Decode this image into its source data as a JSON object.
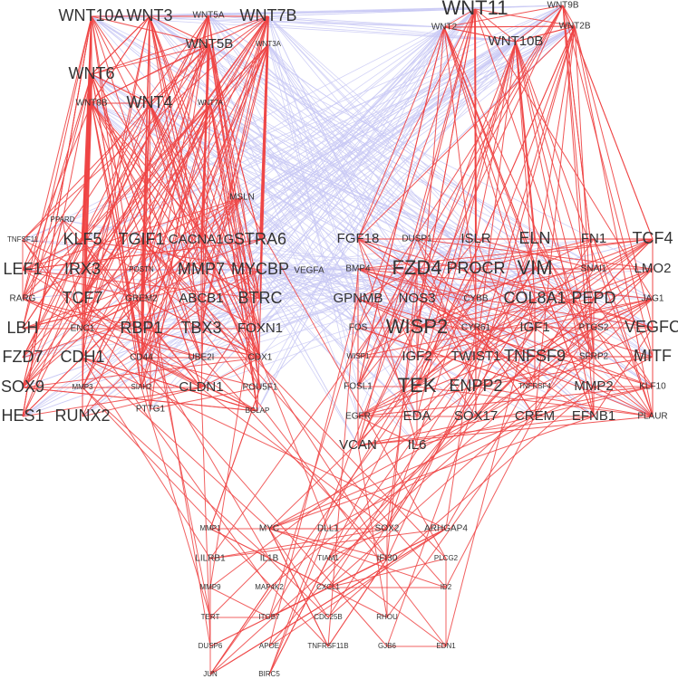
{
  "colors": {
    "red_edge": "#ee4444",
    "blue_edge": "#c9c9f4",
    "label": "#333333",
    "background": "#ffffff"
  },
  "nodes": [
    {
      "id": "WNT10A",
      "tier": "l"
    },
    {
      "id": "WNT3",
      "tier": "l"
    },
    {
      "id": "WNT5A",
      "tier": "s"
    },
    {
      "id": "WNT7B",
      "tier": "l"
    },
    {
      "id": "WNT11",
      "tier": "xl"
    },
    {
      "id": "WNT9B",
      "tier": "s"
    },
    {
      "id": "WNT2",
      "tier": "s"
    },
    {
      "id": "WNT2B",
      "tier": "s"
    },
    {
      "id": "WNT5B",
      "tier": "m"
    },
    {
      "id": "WNT3A",
      "tier": "xs"
    },
    {
      "id": "WNT10B",
      "tier": "m"
    },
    {
      "id": "WNT6",
      "tier": "l"
    },
    {
      "id": "WNT8B",
      "tier": "s"
    },
    {
      "id": "WNT4",
      "tier": "l"
    },
    {
      "id": "WNT7A",
      "tier": "xs"
    },
    {
      "id": "MSLN",
      "tier": "s"
    },
    {
      "id": "PPARD",
      "tier": "xs"
    },
    {
      "id": "TNFSF11",
      "tier": "xs"
    },
    {
      "id": "KLF5",
      "tier": "l"
    },
    {
      "id": "TGIF1",
      "tier": "l"
    },
    {
      "id": "CACNA1G",
      "tier": "m"
    },
    {
      "id": "STRA6",
      "tier": "l"
    },
    {
      "id": "FGF18",
      "tier": "m"
    },
    {
      "id": "DUSP1",
      "tier": "s"
    },
    {
      "id": "ISLR",
      "tier": "m"
    },
    {
      "id": "ELN",
      "tier": "l"
    },
    {
      "id": "FN1",
      "tier": "m"
    },
    {
      "id": "TCF4",
      "tier": "l"
    },
    {
      "id": "LEF1",
      "tier": "l"
    },
    {
      "id": "IRX3",
      "tier": "l"
    },
    {
      "id": "POSTN",
      "tier": "xs"
    },
    {
      "id": "MMP7",
      "tier": "l"
    },
    {
      "id": "MYCBP",
      "tier": "l"
    },
    {
      "id": "VEGFA",
      "tier": "s"
    },
    {
      "id": "BMP4",
      "tier": "s"
    },
    {
      "id": "FZD4",
      "tier": "xl"
    },
    {
      "id": "PROCR",
      "tier": "l"
    },
    {
      "id": "VIM",
      "tier": "xl"
    },
    {
      "id": "SNAI1",
      "tier": "s"
    },
    {
      "id": "LMO2",
      "tier": "m"
    },
    {
      "id": "RARG",
      "tier": "s"
    },
    {
      "id": "TCF7",
      "tier": "l"
    },
    {
      "id": "GREM2",
      "tier": "s"
    },
    {
      "id": "ABCB1",
      "tier": "m"
    },
    {
      "id": "BTRC",
      "tier": "l"
    },
    {
      "id": "GPNMB",
      "tier": "m"
    },
    {
      "id": "NOS3",
      "tier": "m"
    },
    {
      "id": "CYBB",
      "tier": "s"
    },
    {
      "id": "COL8A1",
      "tier": "l"
    },
    {
      "id": "PEPD",
      "tier": "l"
    },
    {
      "id": "JAG1",
      "tier": "s"
    },
    {
      "id": "LBH",
      "tier": "l"
    },
    {
      "id": "ENC1",
      "tier": "s"
    },
    {
      "id": "RBP1",
      "tier": "l"
    },
    {
      "id": "TBX3",
      "tier": "l"
    },
    {
      "id": "FOXN1",
      "tier": "m"
    },
    {
      "id": "FOS",
      "tier": "s"
    },
    {
      "id": "WISP2",
      "tier": "xl"
    },
    {
      "id": "CYR61",
      "tier": "s"
    },
    {
      "id": "IGF1",
      "tier": "m"
    },
    {
      "id": "PTGS2",
      "tier": "s"
    },
    {
      "id": "VEGFC",
      "tier": "l"
    },
    {
      "id": "FZD7",
      "tier": "l"
    },
    {
      "id": "CDH1",
      "tier": "l"
    },
    {
      "id": "CD44",
      "tier": "s"
    },
    {
      "id": "UBE2I",
      "tier": "s"
    },
    {
      "id": "CDX1",
      "tier": "s"
    },
    {
      "id": "WISP1",
      "tier": "xs"
    },
    {
      "id": "IGF2",
      "tier": "m"
    },
    {
      "id": "TWIST1",
      "tier": "m"
    },
    {
      "id": "TNFSF9",
      "tier": "l"
    },
    {
      "id": "SFRP2",
      "tier": "s"
    },
    {
      "id": "MITF",
      "tier": "l"
    },
    {
      "id": "SOX9",
      "tier": "l"
    },
    {
      "id": "MMP3",
      "tier": "xs"
    },
    {
      "id": "SIAH2",
      "tier": "xs"
    },
    {
      "id": "CLDN1",
      "tier": "m"
    },
    {
      "id": "POU5F1",
      "tier": "s"
    },
    {
      "id": "FOSL1",
      "tier": "s"
    },
    {
      "id": "TEK",
      "tier": "xl"
    },
    {
      "id": "ENPP2",
      "tier": "l"
    },
    {
      "id": "TNFRSF4",
      "tier": "xs"
    },
    {
      "id": "MMP2",
      "tier": "m"
    },
    {
      "id": "KLF10",
      "tier": "s"
    },
    {
      "id": "HES1",
      "tier": "l"
    },
    {
      "id": "RUNX2",
      "tier": "l"
    },
    {
      "id": "PTTG1",
      "tier": "s"
    },
    {
      "id": "BGLAP",
      "tier": "xs"
    },
    {
      "id": "EGFR",
      "tier": "s"
    },
    {
      "id": "EDA",
      "tier": "m"
    },
    {
      "id": "SOX17",
      "tier": "m"
    },
    {
      "id": "CREM",
      "tier": "m"
    },
    {
      "id": "EFNB1",
      "tier": "m"
    },
    {
      "id": "PLAUR",
      "tier": "s"
    },
    {
      "id": "VCAN",
      "tier": "m"
    },
    {
      "id": "IL6",
      "tier": "m"
    },
    {
      "id": "MMP1",
      "tier": "xs"
    },
    {
      "id": "MYC",
      "tier": "s"
    },
    {
      "id": "DLL1",
      "tier": "s"
    },
    {
      "id": "SOX2",
      "tier": "s"
    },
    {
      "id": "ARHGAP4",
      "tier": "s"
    },
    {
      "id": "LILRB1",
      "tier": "s"
    },
    {
      "id": "IL1B",
      "tier": "s"
    },
    {
      "id": "TIAM1",
      "tier": "xs"
    },
    {
      "id": "IFI30",
      "tier": "s"
    },
    {
      "id": "PLCG2",
      "tier": "xs"
    },
    {
      "id": "MMP9",
      "tier": "xs"
    },
    {
      "id": "MAP4K2",
      "tier": "xs"
    },
    {
      "id": "CXCL1",
      "tier": "xs"
    },
    {
      "id": "ID2",
      "tier": "xs"
    },
    {
      "id": "TERT",
      "tier": "xs"
    },
    {
      "id": "ITGB7",
      "tier": "xs"
    },
    {
      "id": "CDC25B",
      "tier": "xs"
    },
    {
      "id": "RHOU",
      "tier": "xs"
    },
    {
      "id": "DUSP6",
      "tier": "xs"
    },
    {
      "id": "APOE",
      "tier": "xs"
    },
    {
      "id": "TNFRSF11B",
      "tier": "xs"
    },
    {
      "id": "GJB6",
      "tier": "xs"
    },
    {
      "id": "EDN1",
      "tier": "xs"
    },
    {
      "id": "JUN",
      "tier": "xs"
    },
    {
      "id": "BIRC5",
      "tier": "xs"
    }
  ]
}
